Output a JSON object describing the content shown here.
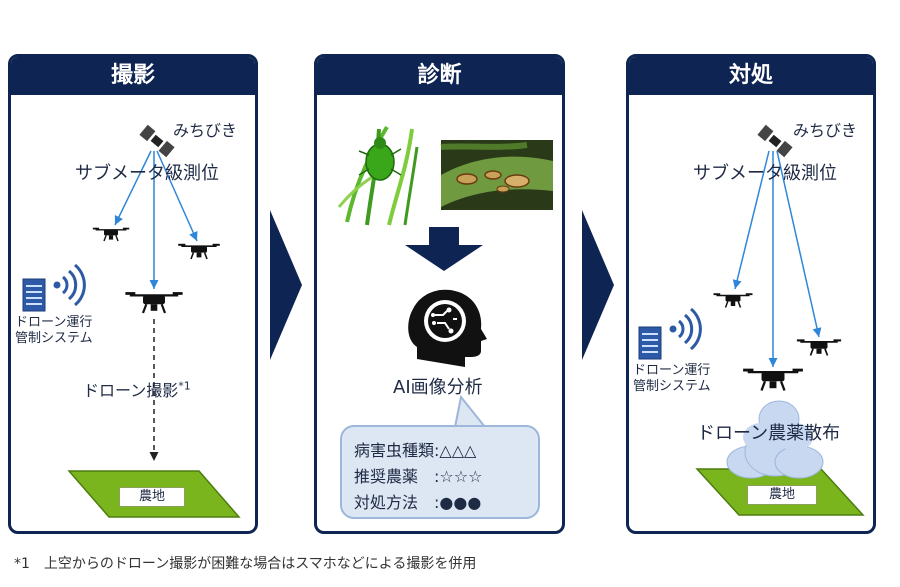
{
  "panels": {
    "capture": {
      "title": "撮影",
      "satellite_label": "みちびき",
      "positioning_label": "サブメータ級測位",
      "ops_label_line1": "ドローン運行",
      "ops_label_line2": "管制システム",
      "drone_capture_label": "ドローン撮影",
      "footnote_marker": "*1",
      "field_label": "農地"
    },
    "diagnosis": {
      "title": "診断",
      "ai_label": "AI画像分析",
      "results": [
        {
          "key": "病害虫種類",
          "value": "△△△"
        },
        {
          "key": "推奨農薬",
          "value": "☆☆☆"
        },
        {
          "key": "対処方法",
          "value": "●●●"
        }
      ]
    },
    "treatment": {
      "title": "対処",
      "satellite_label": "みちびき",
      "positioning_label": "サブメータ級測位",
      "ops_label_line1": "ドローン運行",
      "ops_label_line2": "管制システム",
      "spray_label": "ドローン農薬散布",
      "field_label": "農地"
    }
  },
  "footnote": "*1　上空からのドローン撮影が困難な場合はスマホなどによる撮影を併用",
  "colors": {
    "header": "#0e2452",
    "arrow": "#2f86d9",
    "field_green": "#7ab51d",
    "server_blue": "#2d5aa6",
    "bubble_fill": "#dde7f4"
  },
  "icons": [
    "satellite-icon",
    "drone-icon",
    "server-icon",
    "signal-icon",
    "insect-photo-icon",
    "leaf-disease-photo-icon",
    "ai-head-icon",
    "down-arrow-icon",
    "chevron-right-icon",
    "spray-cloud-icon"
  ]
}
